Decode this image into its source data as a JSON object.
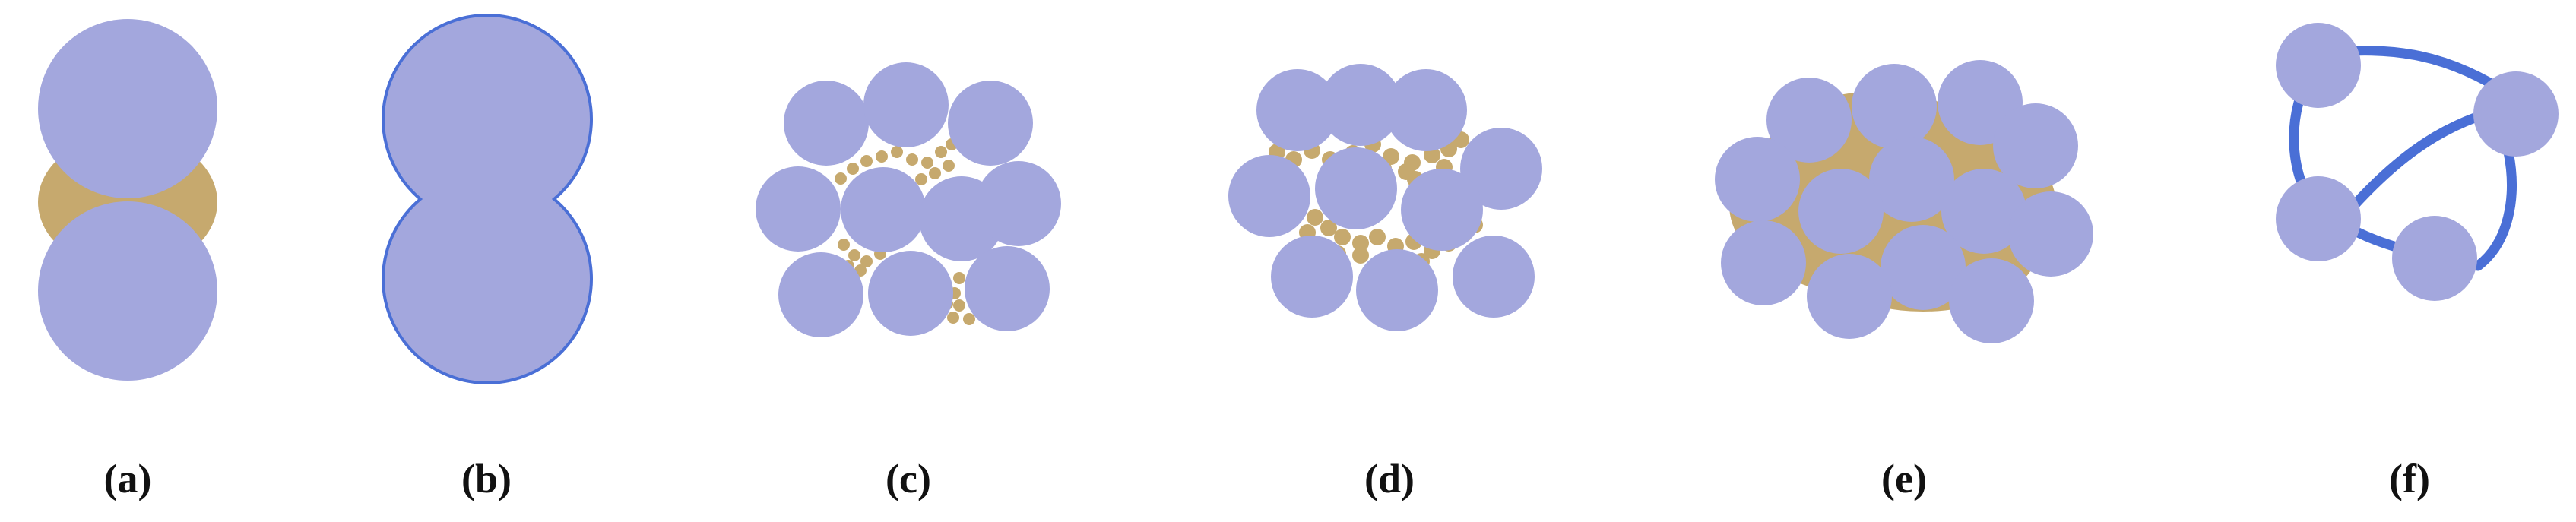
{
  "figure": {
    "panels": [
      {
        "id": "a",
        "label": "(a)"
      },
      {
        "id": "b",
        "label": "(b)"
      },
      {
        "id": "c",
        "label": "(c)"
      },
      {
        "id": "d",
        "label": "(d)"
      },
      {
        "id": "e",
        "label": "(e)"
      },
      {
        "id": "f",
        "label": "(f)"
      }
    ]
  },
  "colors": {
    "particle": "#a3a7dd",
    "binder": "#c6a96e",
    "outline": "#4a6fd6",
    "background": "#ffffff"
  }
}
